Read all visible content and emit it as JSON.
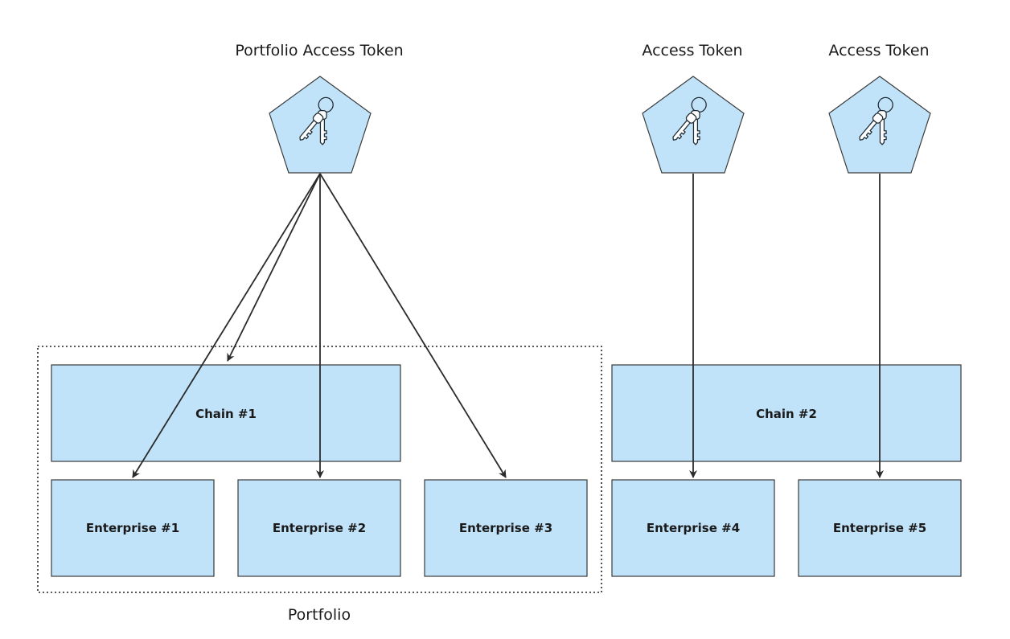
{
  "group": {
    "label": "Portfolio"
  },
  "tokens": [
    {
      "id": "portfolio-access-token",
      "label": "Portfolio Access Token",
      "icon": "keys-icon"
    },
    {
      "id": "access-token-4",
      "label": "Access Token",
      "icon": "keys-icon"
    },
    {
      "id": "access-token-5",
      "label": "Access Token",
      "icon": "keys-icon"
    }
  ],
  "nodes": [
    {
      "id": "chain-1",
      "label": "Chain #1"
    },
    {
      "id": "enterprise-1",
      "label": "Enterprise #1"
    },
    {
      "id": "enterprise-2",
      "label": "Enterprise #2"
    },
    {
      "id": "enterprise-3",
      "label": "Enterprise #3"
    },
    {
      "id": "chain-2",
      "label": "Chain #2"
    },
    {
      "id": "enterprise-4",
      "label": "Enterprise #4"
    },
    {
      "id": "enterprise-5",
      "label": "Enterprise #5"
    }
  ],
  "edges": [
    {
      "from": "portfolio-access-token",
      "to": "chain-1"
    },
    {
      "from": "portfolio-access-token",
      "to": "enterprise-1"
    },
    {
      "from": "portfolio-access-token",
      "to": "enterprise-2"
    },
    {
      "from": "portfolio-access-token",
      "to": "enterprise-3"
    },
    {
      "from": "access-token-4",
      "to": "enterprise-4"
    },
    {
      "from": "access-token-5",
      "to": "enterprise-5"
    }
  ],
  "colors": {
    "fill": "#c1e3fa",
    "stroke": "#3a3a3a"
  }
}
